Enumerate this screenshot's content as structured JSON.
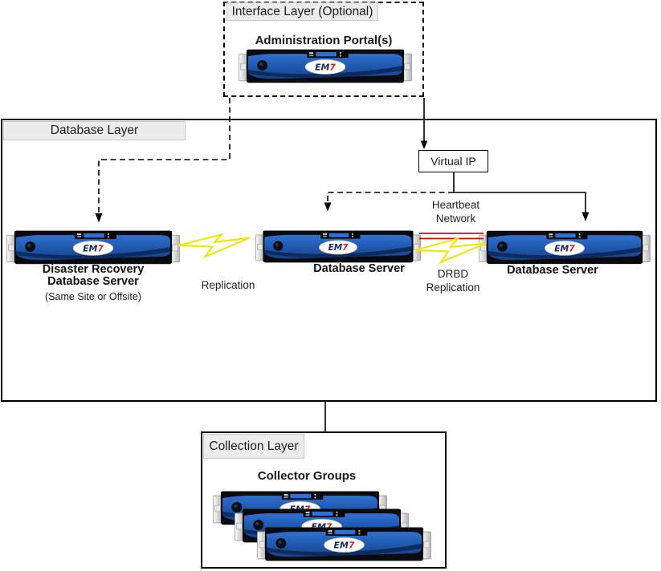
{
  "interface_layer": {
    "label": "Interface Layer (Optional)",
    "title": "Administration Portal(s)"
  },
  "database_layer": {
    "label": "Database Layer",
    "virtual_ip_label": "Virtual IP",
    "heartbeat_label_line1": "Heartbeat",
    "heartbeat_label_line2": "Network",
    "replication_label": "Replication",
    "drbd_label_line1": "DRBD",
    "drbd_label_line2": "Replication",
    "dr_server": {
      "name_line1": "Disaster Recovery",
      "name_line2": "Database Server",
      "subtitle": "(Same Site or Offsite)"
    },
    "primary_server": {
      "name": "Database Server"
    },
    "secondary_server": {
      "name": "Database Server"
    }
  },
  "collection_layer": {
    "label": "Collection Layer",
    "title": "Collector Groups"
  },
  "appliance": {
    "logo_em": "EM",
    "logo_7": "7"
  },
  "colors": {
    "appliance_blue": "#2059b0",
    "bolt_yellow": "#f2e70c",
    "heartbeat_red": "#ee0000",
    "label_bg": "#ececec"
  }
}
